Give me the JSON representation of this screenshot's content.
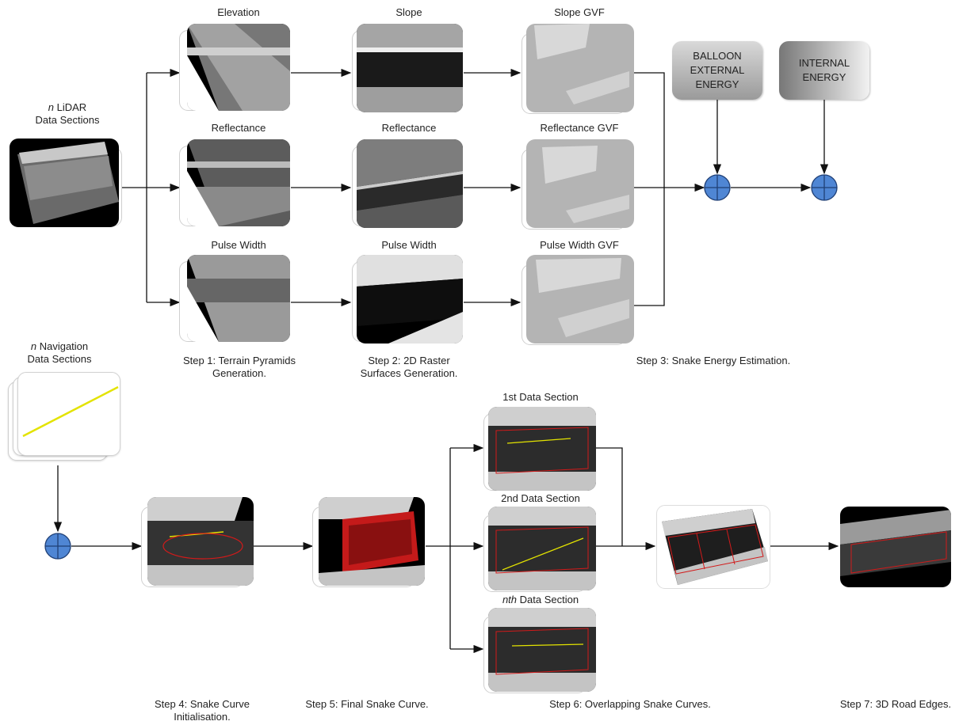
{
  "top": {
    "lidar_title_italic": "n",
    "lidar_title_rest": " LiDAR",
    "lidar_title_line2": "Data Sections",
    "step1_labels": [
      "Elevation",
      "Reflectance",
      "Pulse Width"
    ],
    "step2_labels": [
      "Slope",
      "Reflectance",
      "Pulse Width"
    ],
    "step3_labels": [
      "Slope GVF",
      "Reflectance GVF",
      "Pulse Width GVF"
    ],
    "balloon_box": [
      "BALLOON",
      "EXTERNAL",
      "ENERGY"
    ],
    "internal_box": [
      "INTERNAL",
      "ENERGY"
    ],
    "step1_caption": [
      "Step 1: Terrain Pyramids",
      "Generation."
    ],
    "step2_caption": [
      "Step 2: 2D Raster",
      "Surfaces Generation."
    ],
    "step3_caption": "Step 3: Snake Energy Estimation."
  },
  "bottom": {
    "nav_title_italic": "n",
    "nav_title_rest": " Navigation",
    "nav_title_line2": "Data Sections",
    "section_labels": {
      "first": "1st Data Section",
      "second": "2nd Data Section",
      "nth_italic": "nth",
      "nth_rest": " Data Section"
    },
    "step4_caption": [
      "Step 4: Snake Curve",
      "Initialisation."
    ],
    "step5_caption": "Step 5: Final Snake Curve.",
    "step6_caption": "Step 6:  Overlapping Snake Curves.",
    "step7_caption": "Step 7: 3D Road Edges."
  },
  "colors": {
    "adder_fill": "#4f86d4",
    "adder_stroke": "#1f3f75",
    "arrow": "#111111",
    "snake_red": "#d21a1a",
    "nav_line": "#e3e300"
  }
}
